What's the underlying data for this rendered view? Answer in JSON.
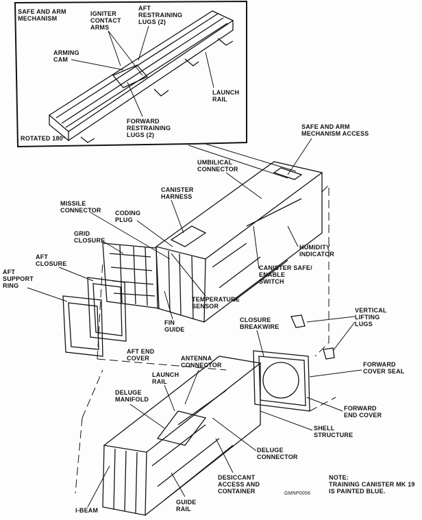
{
  "inset": {
    "safe_and_arm": "SAFE AND ARM\nMECHANISM",
    "igniter": "IGNITER\nCONTACT\nARMS",
    "aft_lugs": "AFT\nRESTRAINING\nLUGS (2)",
    "arming_cam": "ARMING\nCAM",
    "launch_rail": "LAUNCH\nRAIL",
    "forward_lugs": "FORWARD\nRESTRAINING\nLUGS (2)",
    "rotated": "ROTATED 180°"
  },
  "aft_section": {
    "safe_arm_access": "SAFE AND ARM\nMECHANISM ACCESS",
    "umbilical": "UMBILICAL\nCONNECTOR",
    "harness": "CANISTER\nHARNESS",
    "missile_connector": "MISSILE\nCONNECTOR",
    "coding_plug": "CODING\nPLUG",
    "grid_closure": "GRID\nCLOSURE",
    "aft_closure": "AFT\nCLOSURE",
    "aft_support_ring": "AFT\nSUPPORT\nRING",
    "humidity": "HUMIDITY\nINDICATOR",
    "safe_enable": "CANISTER SAFE/\nENABLE\nSWITCH",
    "temp_sensor": "TEMPERATURE\nSENSOR",
    "fin_guide": "FIN\nGUIDE",
    "aft_end_cover": "AFT END\nCOVER"
  },
  "forward_section": {
    "breakwire": "CLOSURE\nBREAKWIRE",
    "lifting_lugs": "VERTICAL\nLIFTING\nLUGS",
    "antenna": "ANTENNA\nCONNECTOR",
    "launch_rail": "LAUNCH\nRAIL",
    "deluge_manifold": "DELUGE\nMANIFOLD",
    "fwd_cover_seal": "FORWARD\nCOVER SEAL",
    "fwd_end_cover": "FORWARD\nEND COVER",
    "shell": "SHELL\nSTRUCTURE",
    "deluge_connector": "DELUGE\nCONNECTOR",
    "desiccant": "DESICCANT\nACCESS AND\nCONTAINER",
    "guide_rail": "GUIDE\nRAIL",
    "ibeam": "I-BEAM"
  },
  "note": "NOTE:\nTRAINING CANISTER MK 19\nIS PAINTED BLUE.",
  "figure_id": "GMNP0056"
}
